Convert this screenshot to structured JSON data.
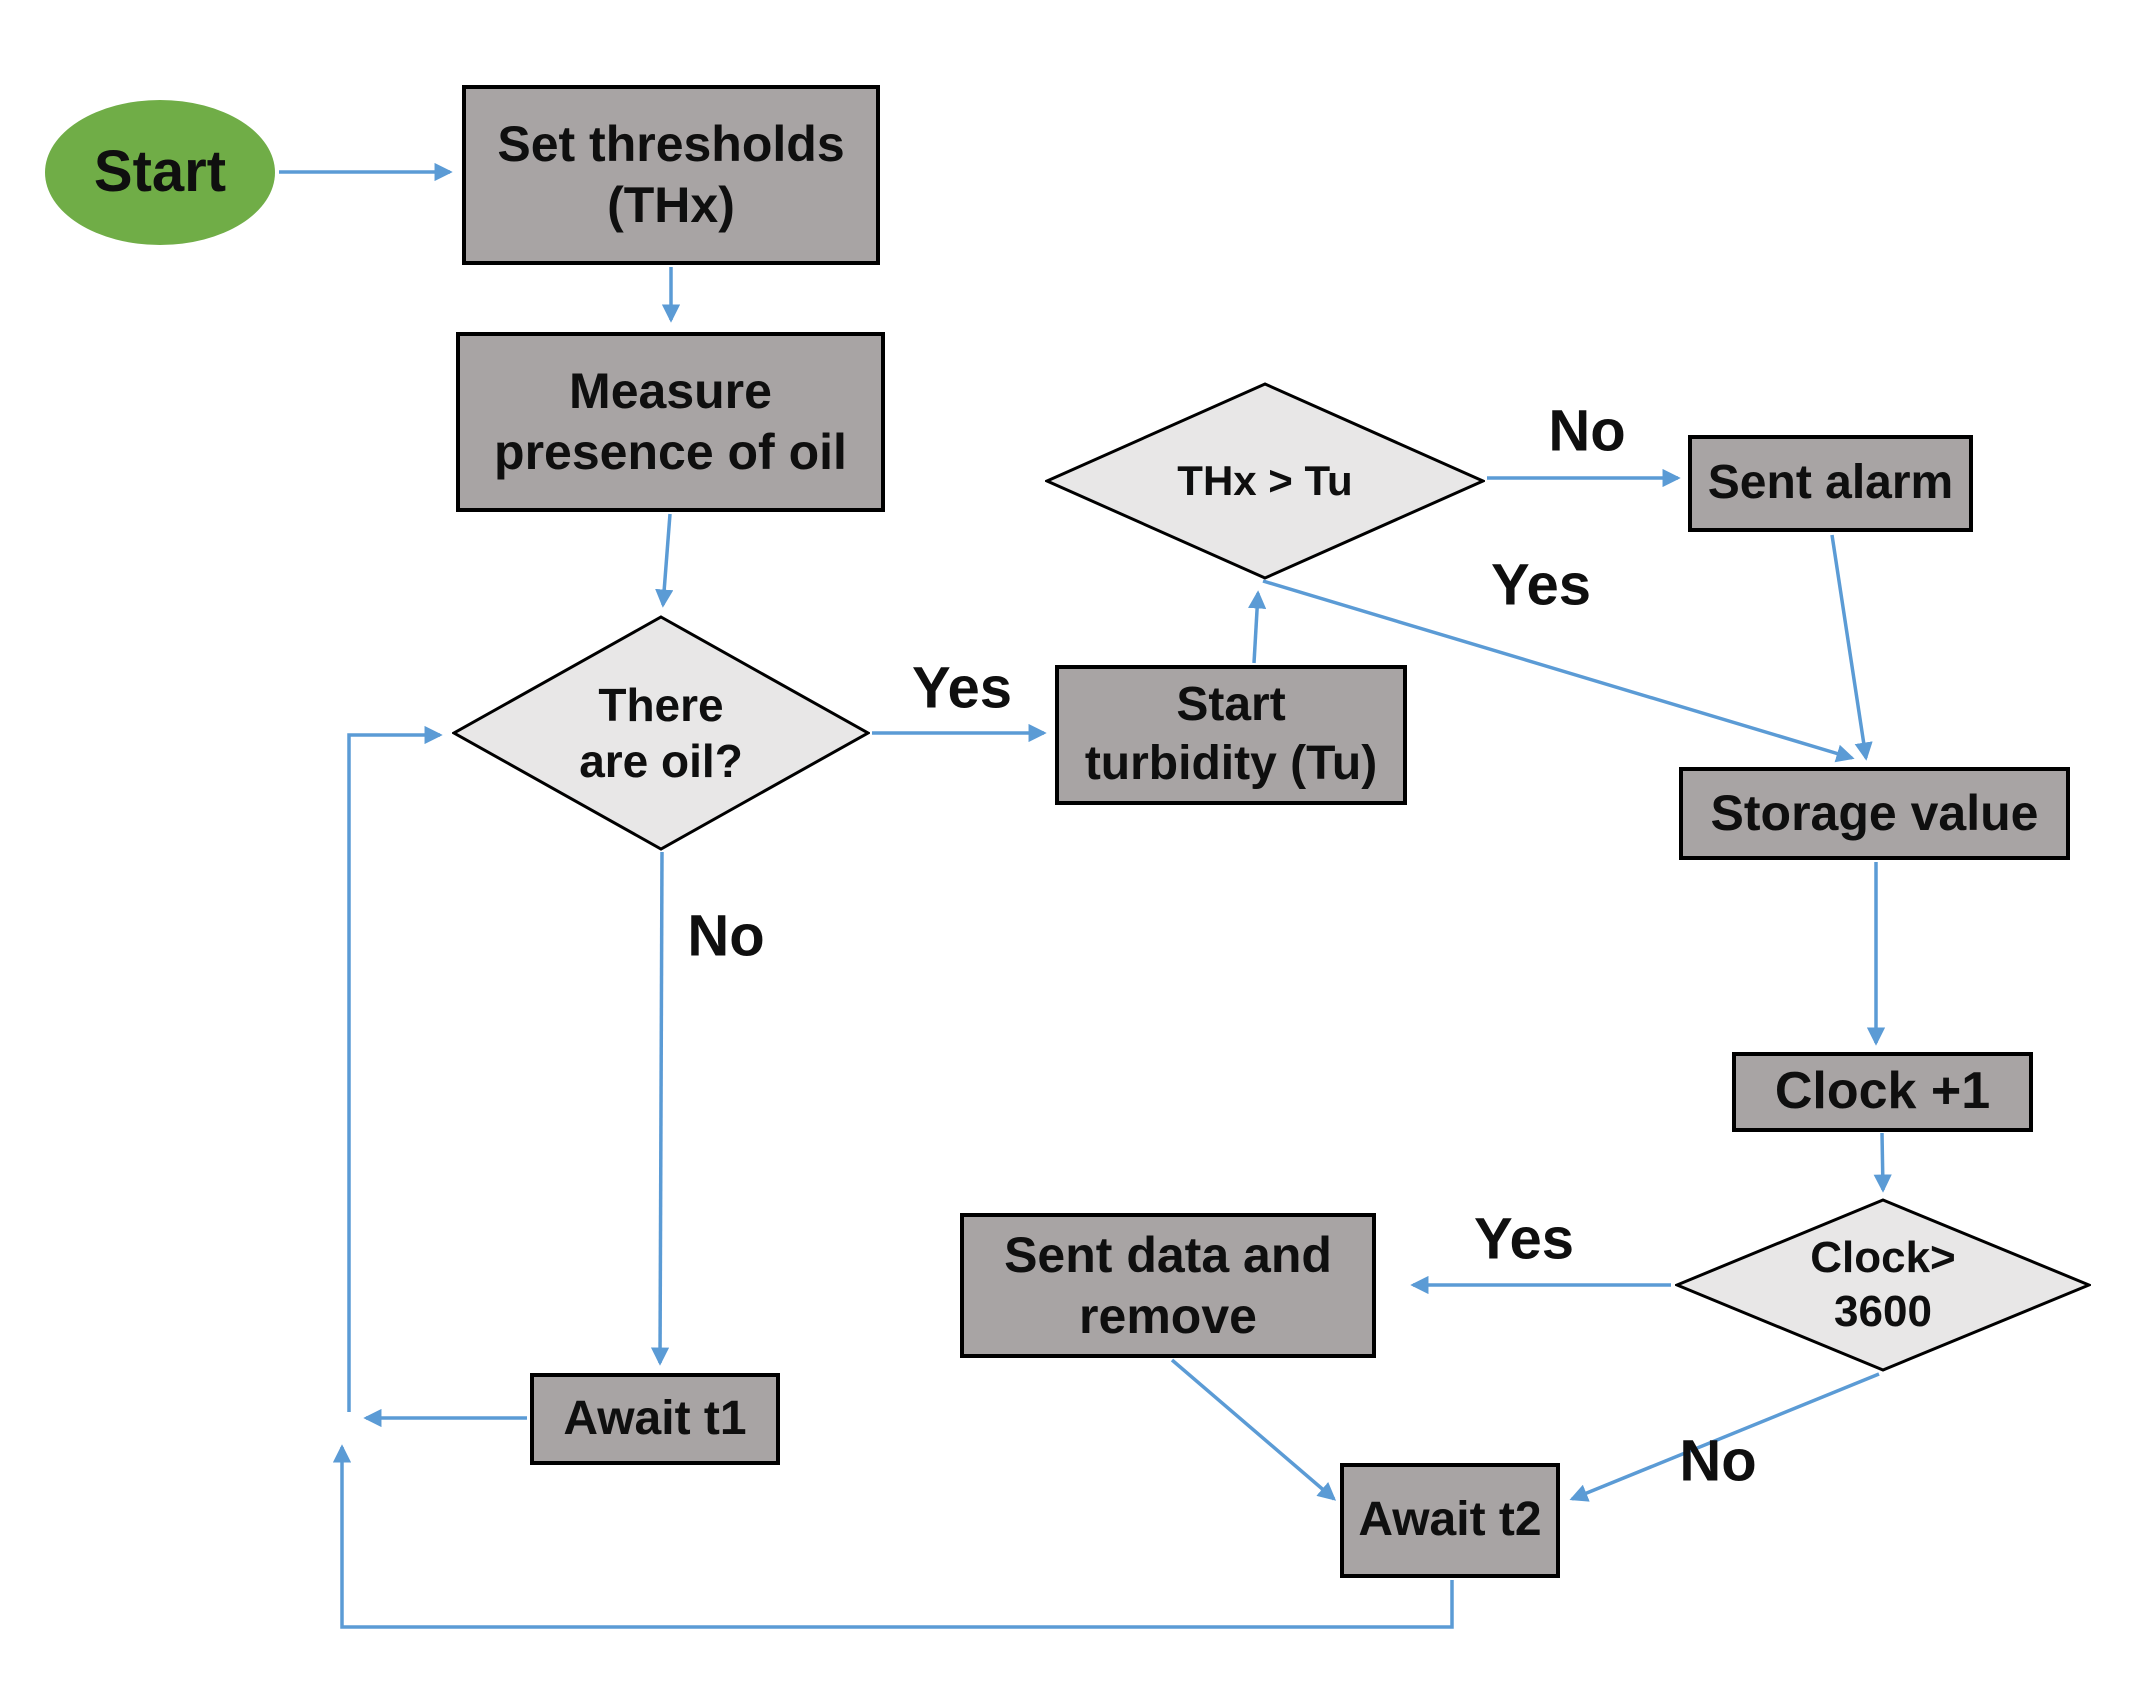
{
  "diagram": {
    "type": "flowchart",
    "nodes": {
      "start": "Start",
      "set_thresholds": "Set thresholds\n(THx)",
      "measure_oil": "Measure\npresence of oil",
      "oil_decision": "There\nare oil?",
      "start_turbidity": "Start\nturbidity (Tu)",
      "thx_decision": "THx > Tu",
      "sent_alarm": "Sent alarm",
      "storage_value": "Storage value",
      "clock_increment": "Clock +1",
      "clock_decision": "Clock>\n3600",
      "sent_data": "Sent data and\nremove",
      "await_t1": "Await t1",
      "await_t2": "Await t2"
    },
    "edge_labels": {
      "oil_yes": "Yes",
      "oil_no": "No",
      "thx_no": "No",
      "thx_yes": "Yes",
      "clock_yes": "Yes",
      "clock_no": "No"
    },
    "colors": {
      "start_fill": "#70ad47",
      "process_fill": "#a8a4a4",
      "decision_fill": "#e8e7e7",
      "shape_border": "#000000",
      "arrow": "#5b9bd5",
      "text": "#0f0f0f",
      "background": "#ffffff"
    }
  }
}
